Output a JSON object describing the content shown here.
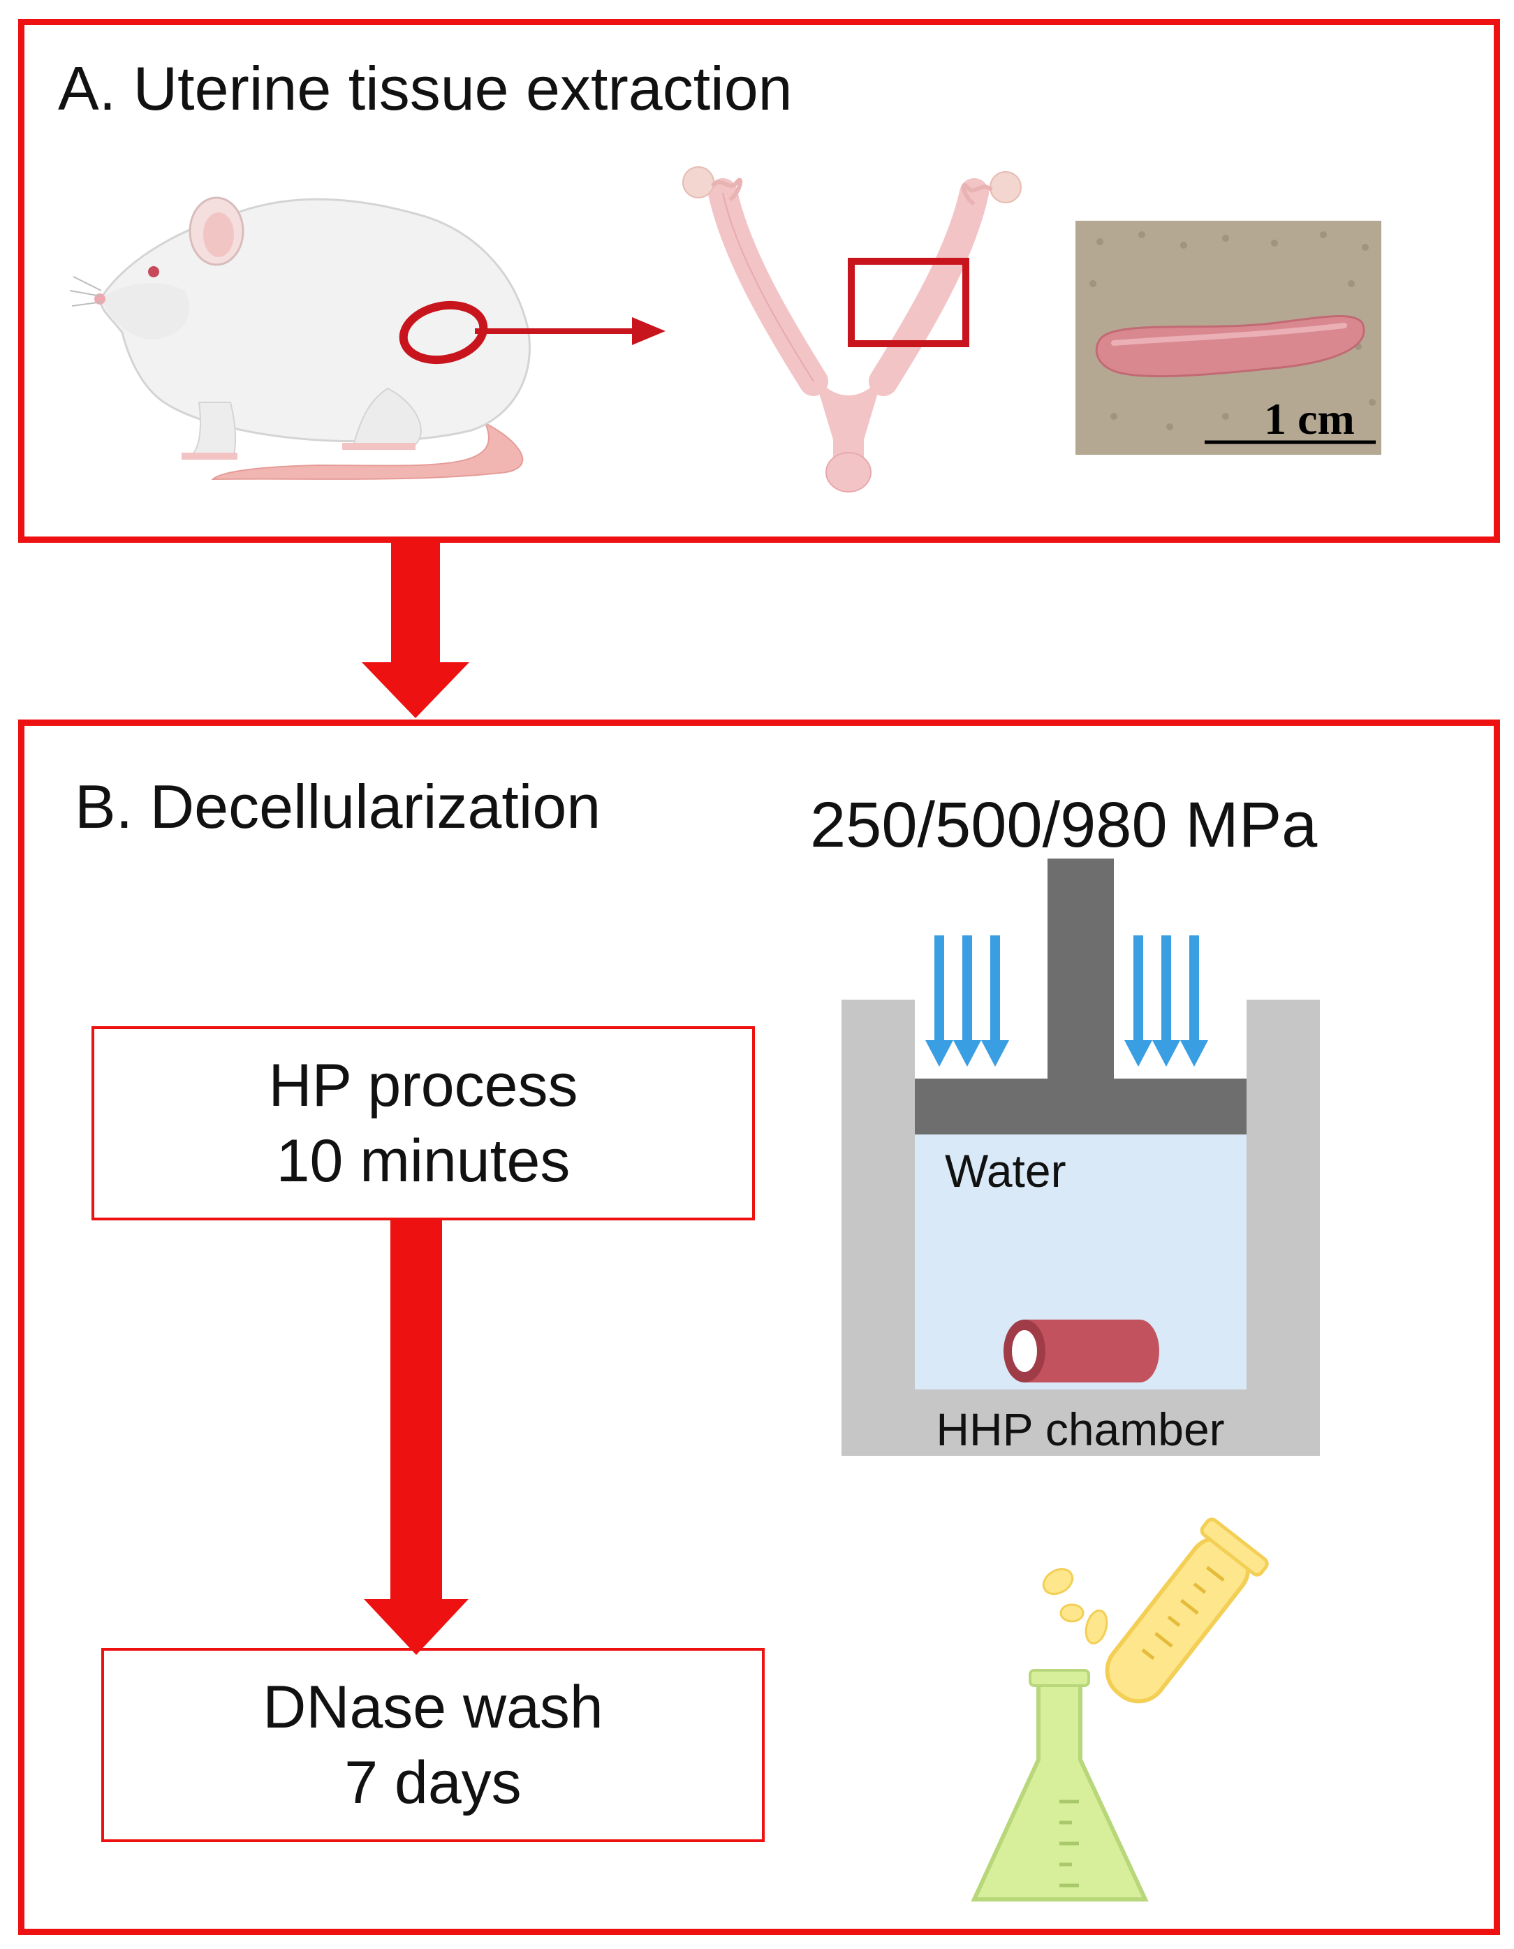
{
  "panel_a": {
    "title": "A. Uterine tissue extraction",
    "scale_bar_label": "1 cm"
  },
  "panel_b": {
    "title": "B. Decellularization",
    "pressure_label": "250/500/980 MPa",
    "step_hp": {
      "line1": "HP process",
      "line2": "10 minutes"
    },
    "step_dnase": {
      "line1": "DNase wash",
      "line2": "7 days"
    },
    "chamber_water_label": "Water",
    "chamber_label": "HHP chamber"
  },
  "colors": {
    "frame_red": "#ee1111",
    "chamber_gray": "#c6c6c6",
    "piston_gray": "#6e6e6e",
    "water_blue": "#d9e9f7",
    "pressure_arrow_blue": "#3a9ee3",
    "tissue_pink": "#f2c4c6",
    "tube_red": "#c2535e"
  }
}
